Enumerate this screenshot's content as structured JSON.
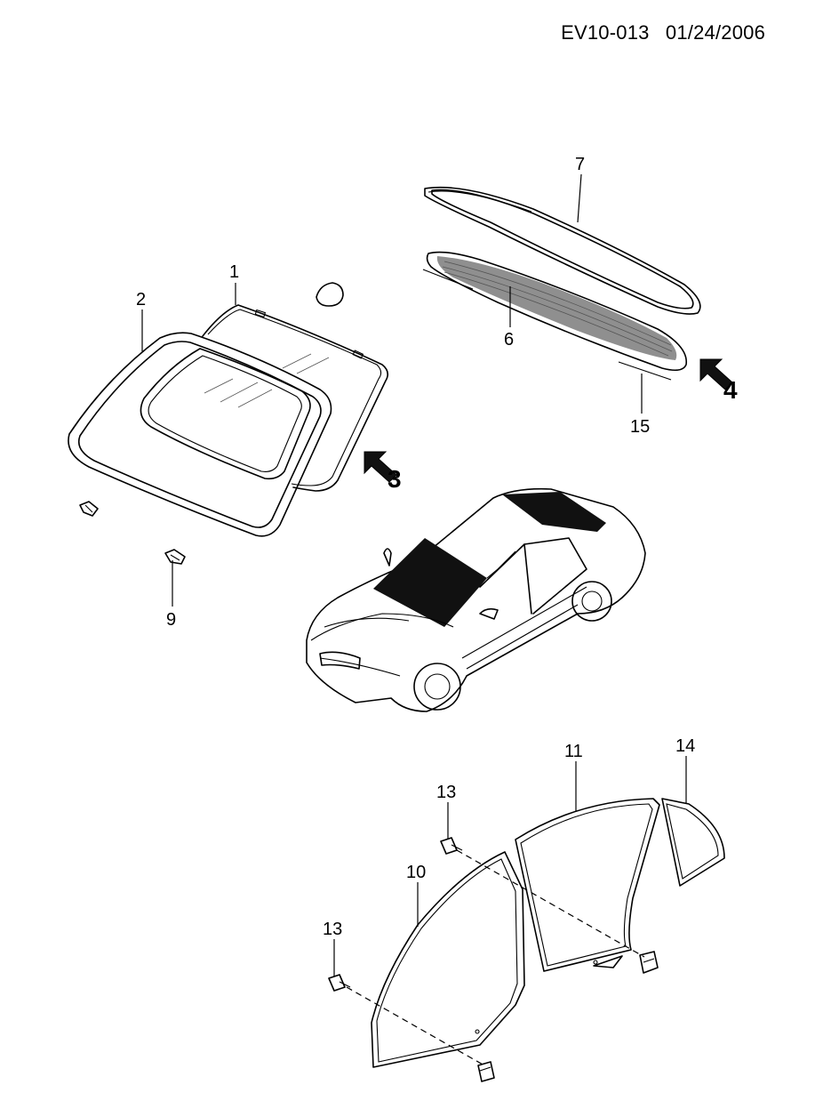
{
  "header": {
    "code": "EV10-013",
    "date": "01/24/2006"
  },
  "callouts": [
    {
      "id": "1",
      "label": "1"
    },
    {
      "id": "2",
      "label": "2"
    },
    {
      "id": "3",
      "label": "3"
    },
    {
      "id": "4",
      "label": "4"
    },
    {
      "id": "6",
      "label": "6"
    },
    {
      "id": "7",
      "label": "7"
    },
    {
      "id": "9",
      "label": "9"
    },
    {
      "id": "10",
      "label": "10"
    },
    {
      "id": "11",
      "label": "11"
    },
    {
      "id": "13a",
      "label": "13"
    },
    {
      "id": "13b",
      "label": "13"
    },
    {
      "id": "14",
      "label": "14"
    },
    {
      "id": "15",
      "label": "15"
    }
  ],
  "view_arrows": [
    {
      "id": "arrow-3",
      "label": "3"
    },
    {
      "id": "arrow-4",
      "label": "4"
    }
  ],
  "colors": {
    "line": "#000000",
    "background": "#ffffff",
    "glass_tint": "#111111"
  }
}
